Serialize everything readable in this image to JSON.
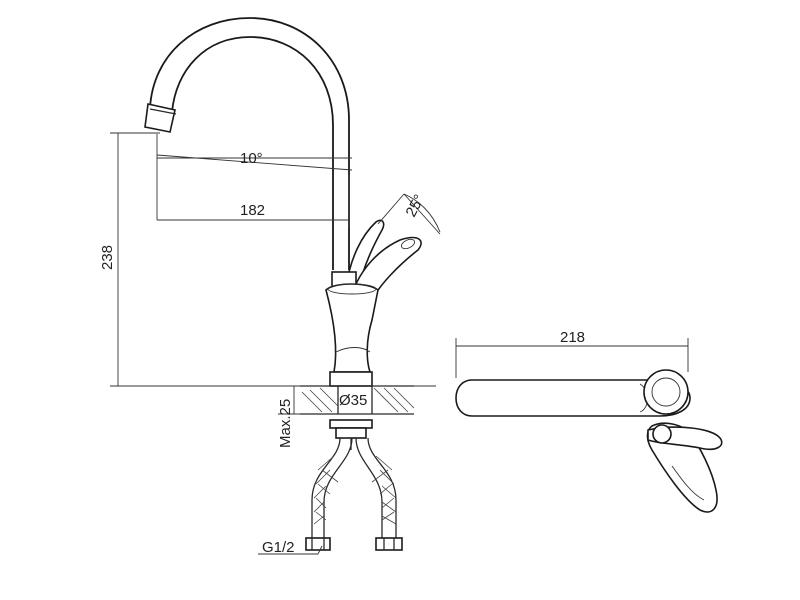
{
  "dimensions": {
    "spout_angle": "10°",
    "spout_reach": "182",
    "height": "238",
    "lever_angle": "25°",
    "base_diameter": "Ø35",
    "max_deck": "Max.25",
    "thread": "G1/2",
    "top_view_length": "218"
  }
}
